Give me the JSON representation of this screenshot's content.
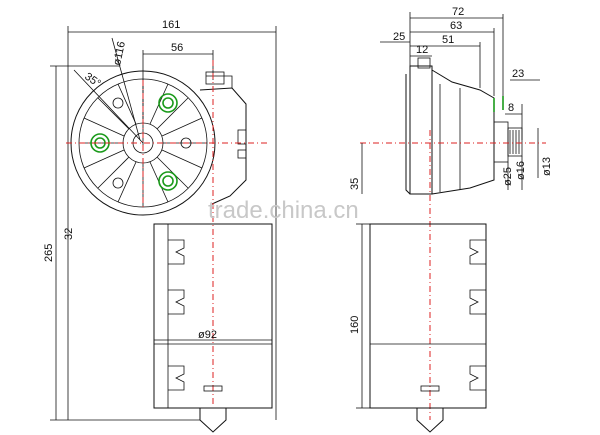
{
  "dimensions": {
    "front_overall_width": "161",
    "front_gear_radius": "ø116",
    "front_offset": "56",
    "front_angle": "35°",
    "front_total_height": "265",
    "front_side_small": "32",
    "front_body_diameter": "ø92",
    "side_width_72": "72",
    "side_width_63": "63",
    "side_width_51": "51",
    "side_width_25": "25",
    "side_width_12": "12",
    "side_width_23": "23",
    "side_shaft_8": "8",
    "side_height_35": "35",
    "side_height_160": "160",
    "side_dia_25": "ø25",
    "side_dia_16": "ø16",
    "side_dia_13": "ø13"
  },
  "watermark": "trade.china.cn",
  "colors": {
    "line": "#111111",
    "centerline": "#dd2222",
    "highlight": "#1a9a1a"
  }
}
